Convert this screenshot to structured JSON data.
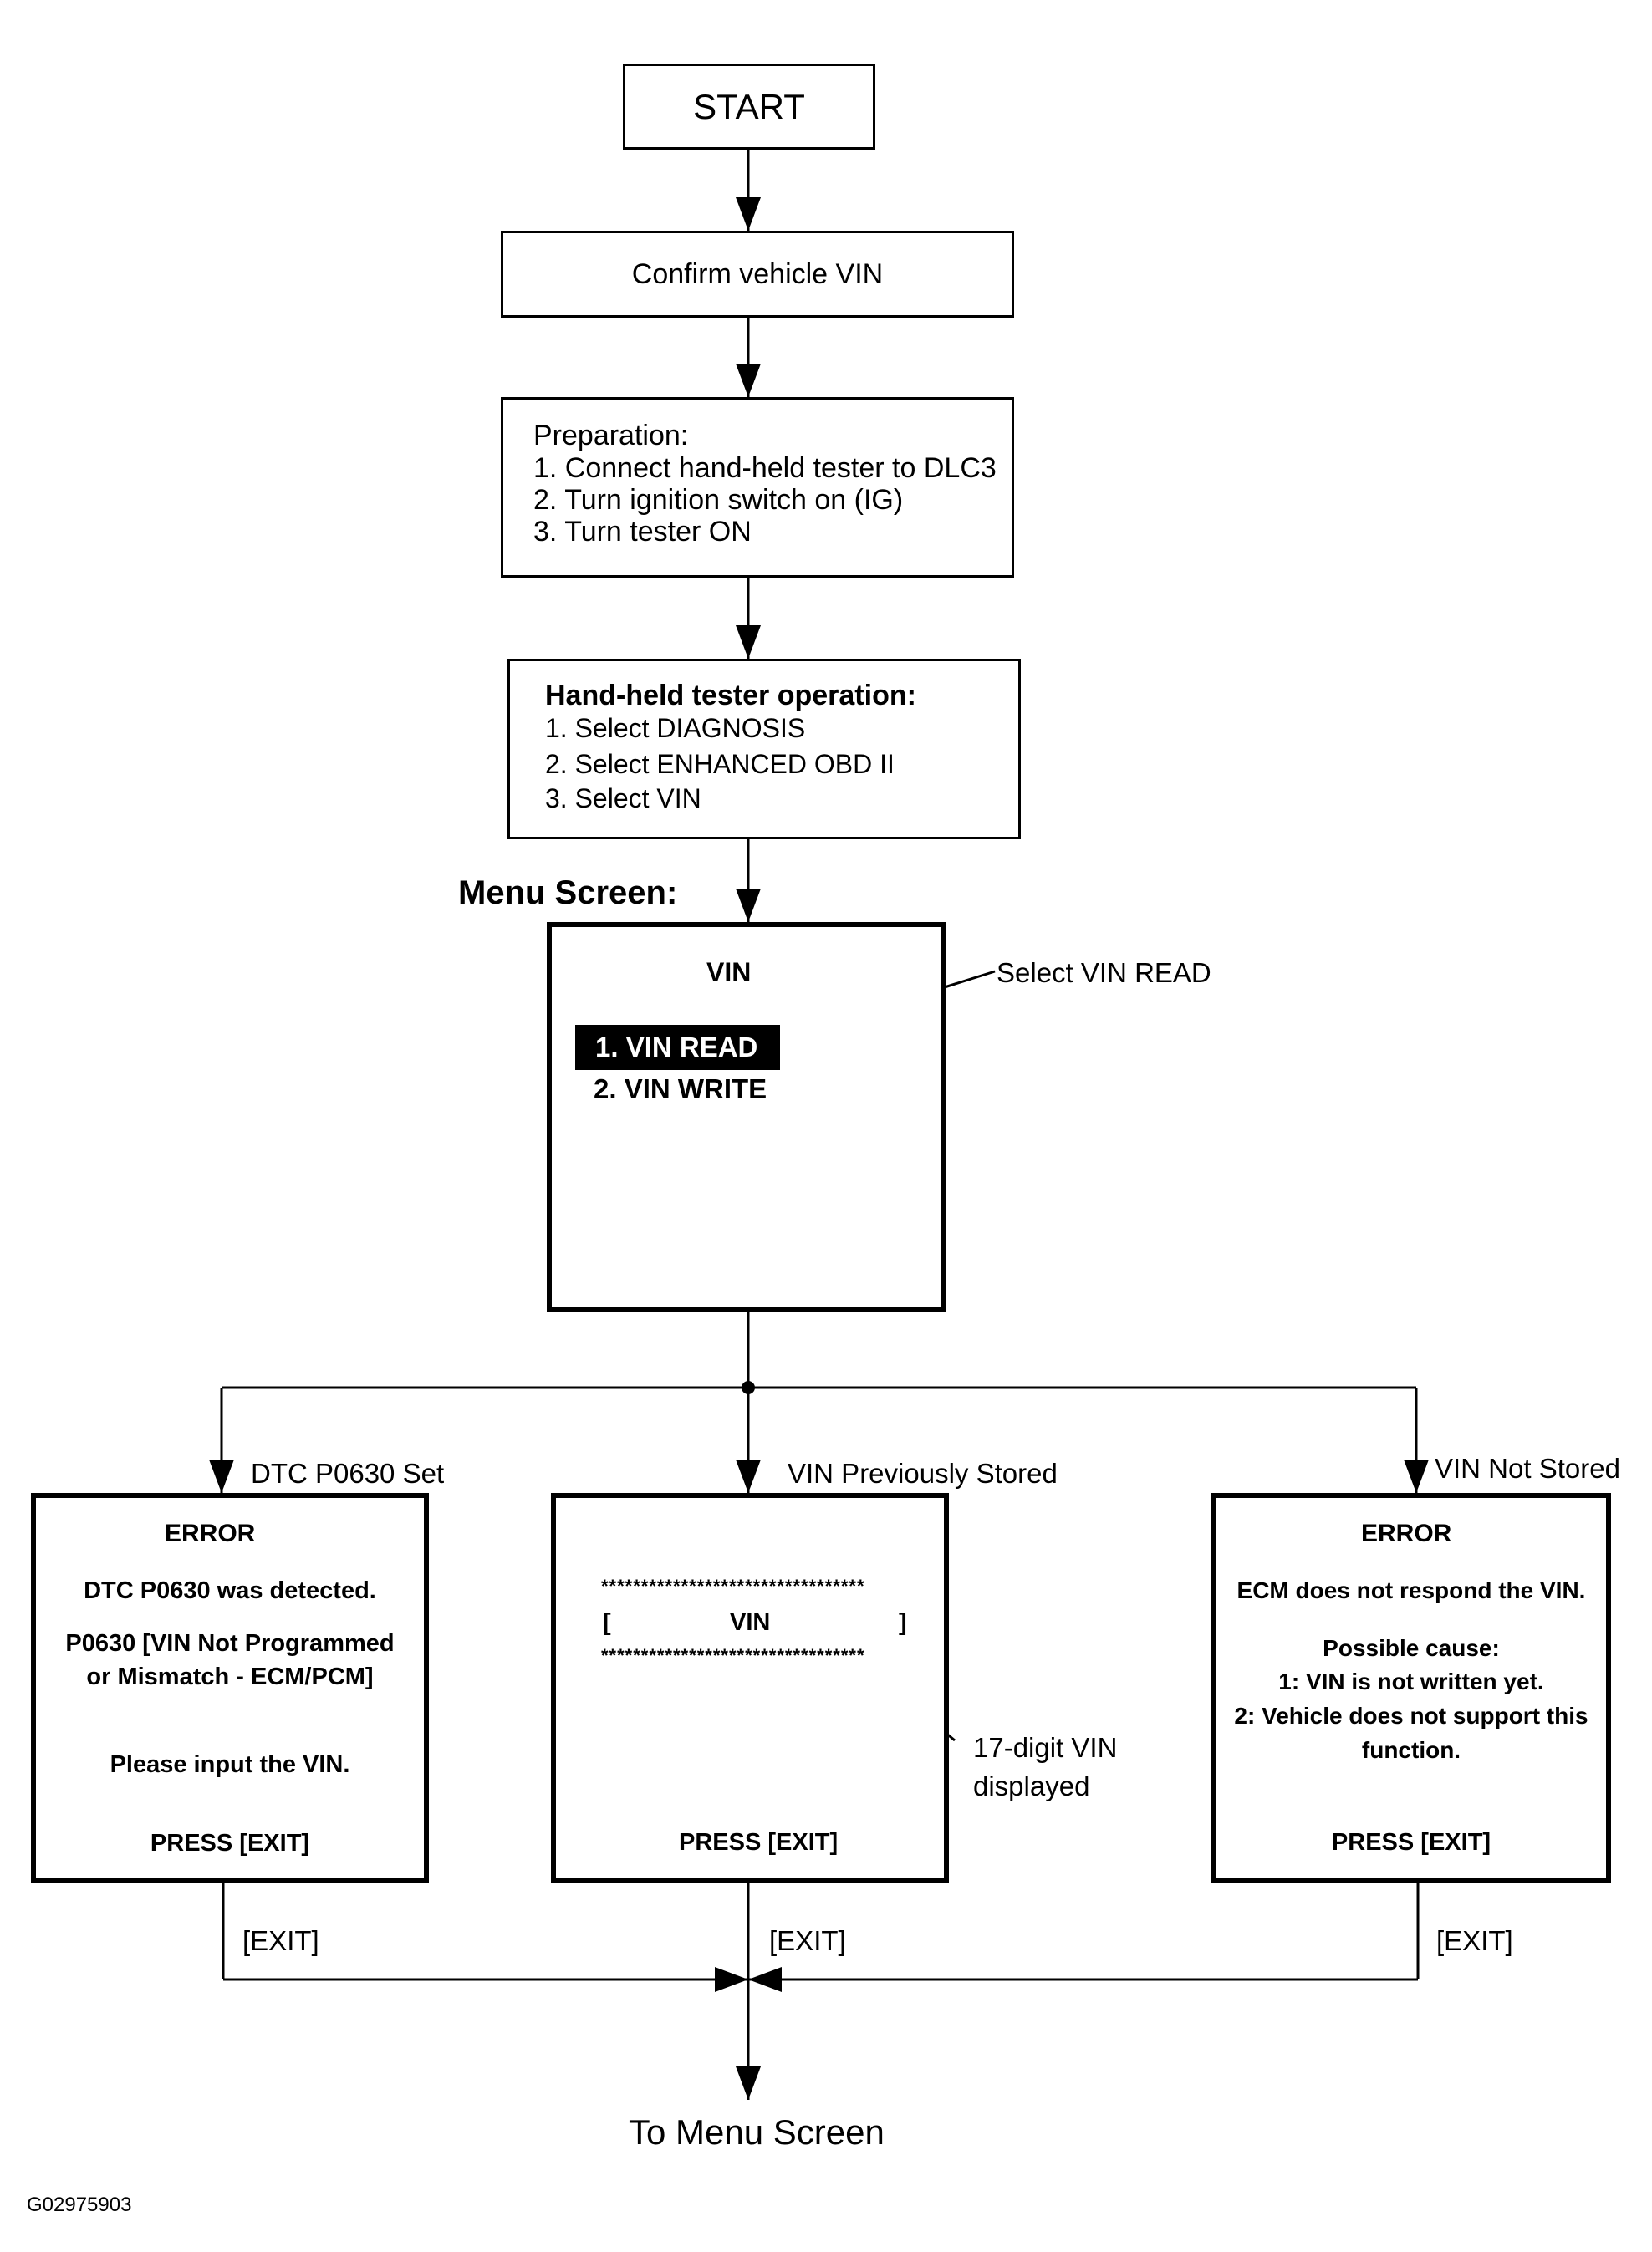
{
  "start": "START",
  "confirm_vin": "Confirm vehicle VIN",
  "preparation": {
    "title": "Preparation:",
    "steps": [
      "1. Connect hand-held tester to DLC3",
      "2. Turn ignition switch on (IG)",
      "3. Turn tester ON"
    ]
  },
  "tester_operation": {
    "title": "Hand-held tester operation:",
    "steps": [
      "1. Select DIAGNOSIS",
      "2. Select ENHANCED OBD II",
      "3. Select VIN"
    ]
  },
  "menu_screen": {
    "heading": "Menu Screen:",
    "title": "VIN",
    "items": [
      "1. VIN READ",
      "2. VIN WRITE"
    ],
    "callout": "Select VIN READ"
  },
  "branches": {
    "left_label": "DTC P0630 Set",
    "middle_label": "VIN Previously Stored",
    "right_label": "VIN Not Stored"
  },
  "left_screen": {
    "title": "ERROR",
    "line1": "DTC P0630 was detected.",
    "line2": "P0630  [VIN Not Programmed",
    "line3": "or Mismatch - ECM/PCM]",
    "line4": "Please input the VIN.",
    "press": "PRESS [EXIT]"
  },
  "middle_screen": {
    "stars": "*********************************",
    "bracket_left": "[",
    "vin": "VIN",
    "bracket_right": "]",
    "press": "PRESS [EXIT]",
    "callout_line1": "17-digit VIN",
    "callout_line2": "displayed"
  },
  "right_screen": {
    "title": "ERROR",
    "line1": "ECM does not respond the VIN.",
    "line2": "Possible cause:",
    "line3": "1: VIN is not written yet.",
    "line4": "2: Vehicle does not support this",
    "line5": "function.",
    "press": "PRESS [EXIT]"
  },
  "exit_labels": [
    "[EXIT]",
    "[EXIT]",
    "[EXIT]"
  ],
  "end": "To Menu Screen",
  "figure_id": "G02975903"
}
